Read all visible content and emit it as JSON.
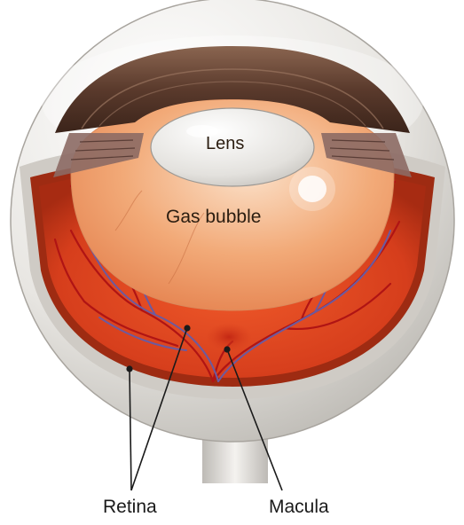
{
  "labels": {
    "lens": "Lens",
    "gas_bubble": "Gas bubble",
    "retina": "Retina",
    "macula": "Macula"
  },
  "colors": {
    "sclera": "#e6e3de",
    "retina": "#d9441f",
    "gas_bubble": "#f0a777",
    "lens": "#d8d6d2",
    "iris": "#6a4636",
    "vessel_red": "#b01414",
    "vessel_blue": "#6b5aa0"
  }
}
